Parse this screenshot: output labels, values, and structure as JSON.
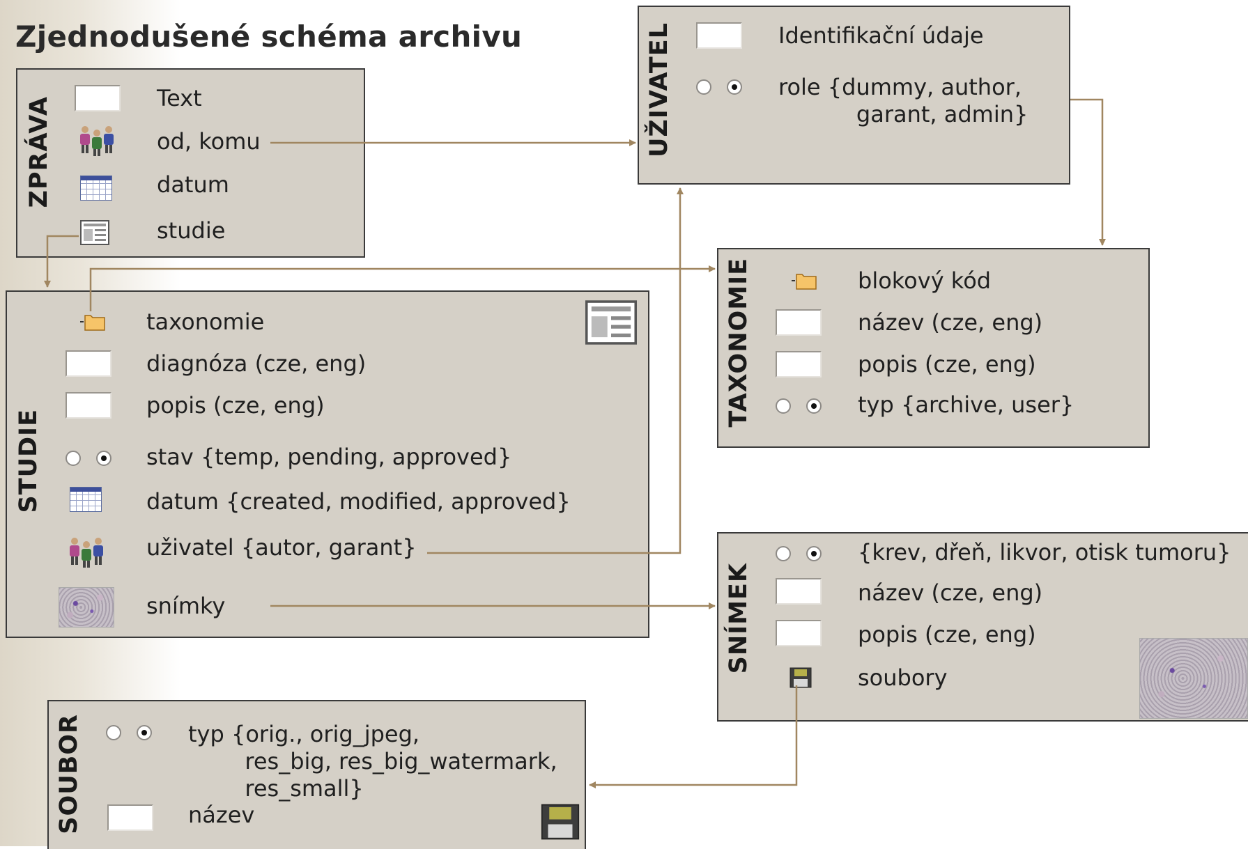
{
  "title": "Zjednodušené schéma archivu",
  "colors": {
    "box_fill": "#d5d0c7",
    "box_border": "#3a3a3a",
    "connector": "#a08660"
  },
  "zprava": {
    "title": "ZPRÁVA",
    "rows": [
      {
        "icon": "text-field-icon",
        "label": "Text"
      },
      {
        "icon": "people-icon",
        "label": "od, komu"
      },
      {
        "icon": "calendar-icon",
        "label": "datum"
      },
      {
        "icon": "document-icon",
        "label": "studie"
      }
    ]
  },
  "uzivatel": {
    "title": "UŽIVATEL",
    "rows": [
      {
        "icon": "text-field-icon",
        "label": "Identifikační údaje"
      },
      {
        "icon": "radio-icon",
        "label": "role {dummy, author,\n           garant, admin}"
      }
    ]
  },
  "taxonomie": {
    "title": "TAXONOMIE",
    "rows": [
      {
        "icon": "folder-icon",
        "label": "blokový kód"
      },
      {
        "icon": "text-field-icon",
        "label": "název (cze, eng)"
      },
      {
        "icon": "text-field-icon",
        "label": "popis (cze, eng)"
      },
      {
        "icon": "radio-icon",
        "label": "typ {archive, user}"
      }
    ]
  },
  "studie": {
    "title": "STUDIE",
    "rows": [
      {
        "icon": "folder-icon",
        "label": "taxonomie"
      },
      {
        "icon": "text-field-icon",
        "label": "diagnóza (cze, eng)"
      },
      {
        "icon": "text-field-icon",
        "label": "popis (cze, eng)"
      },
      {
        "icon": "radio-icon",
        "label": "stav {temp, pending, approved}"
      },
      {
        "icon": "calendar-icon",
        "label": "datum {created, modified, approved}"
      },
      {
        "icon": "people-icon",
        "label": "uživatel {autor, garant}"
      },
      {
        "icon": "microscope-image-icon",
        "label": "snímky"
      }
    ]
  },
  "snimek": {
    "title": "SNÍMEK",
    "rows": [
      {
        "icon": "radio-icon",
        "label": "{krev, dřeň, likvor, otisk tumoru}"
      },
      {
        "icon": "text-field-icon",
        "label": "název (cze, eng)"
      },
      {
        "icon": "text-field-icon",
        "label": "popis (cze, eng)"
      },
      {
        "icon": "floppy-icon",
        "label": "soubory"
      }
    ]
  },
  "soubor": {
    "title": "SOUBOR",
    "rows": [
      {
        "icon": "radio-icon",
        "label": "typ {orig., orig_jpeg,\n        res_big, res_big_watermark,\n        res_small}"
      },
      {
        "icon": "text-field-icon",
        "label": "název"
      }
    ]
  }
}
